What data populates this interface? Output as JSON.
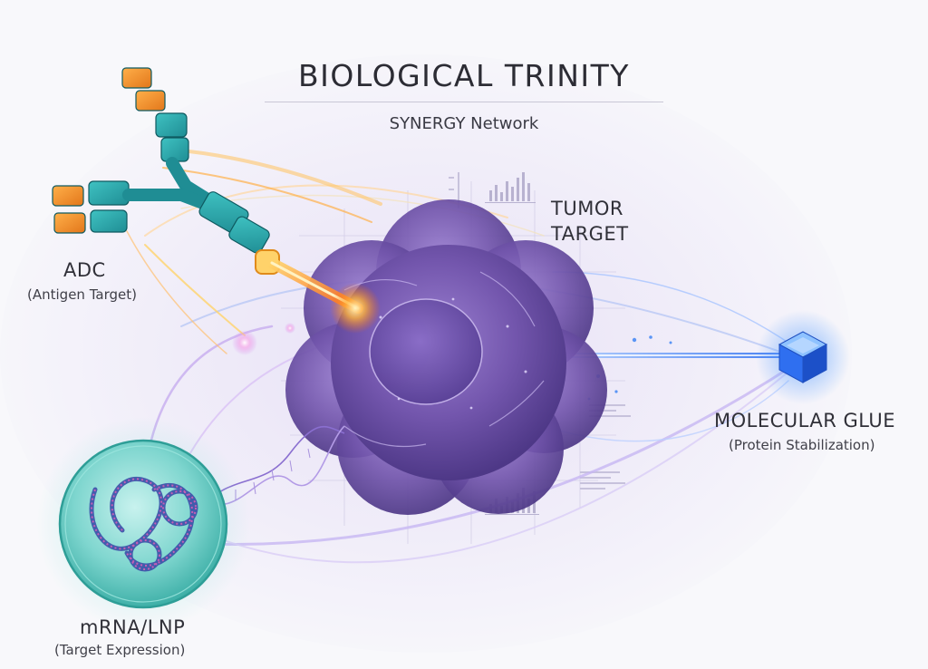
{
  "header": {
    "title": "BIOLOGICAL TRINITY",
    "subtitle": "SYNERGY Network"
  },
  "nodes": {
    "adc": {
      "label": "ADC",
      "sublabel": "(Antigen Target)",
      "color": "#f08a1f"
    },
    "tumor": {
      "label_line1": "TUMOR",
      "label_line2": "TARGET",
      "color": "#7b5fb0"
    },
    "glue": {
      "label": "MOLECULAR GLUE",
      "sublabel": "(Protein Stabilization)",
      "color": "#2f6ff0"
    },
    "mrna": {
      "label": "mRNA/LNP",
      "sublabel": "(Target Expression)",
      "color": "#3fb8b0"
    }
  }
}
